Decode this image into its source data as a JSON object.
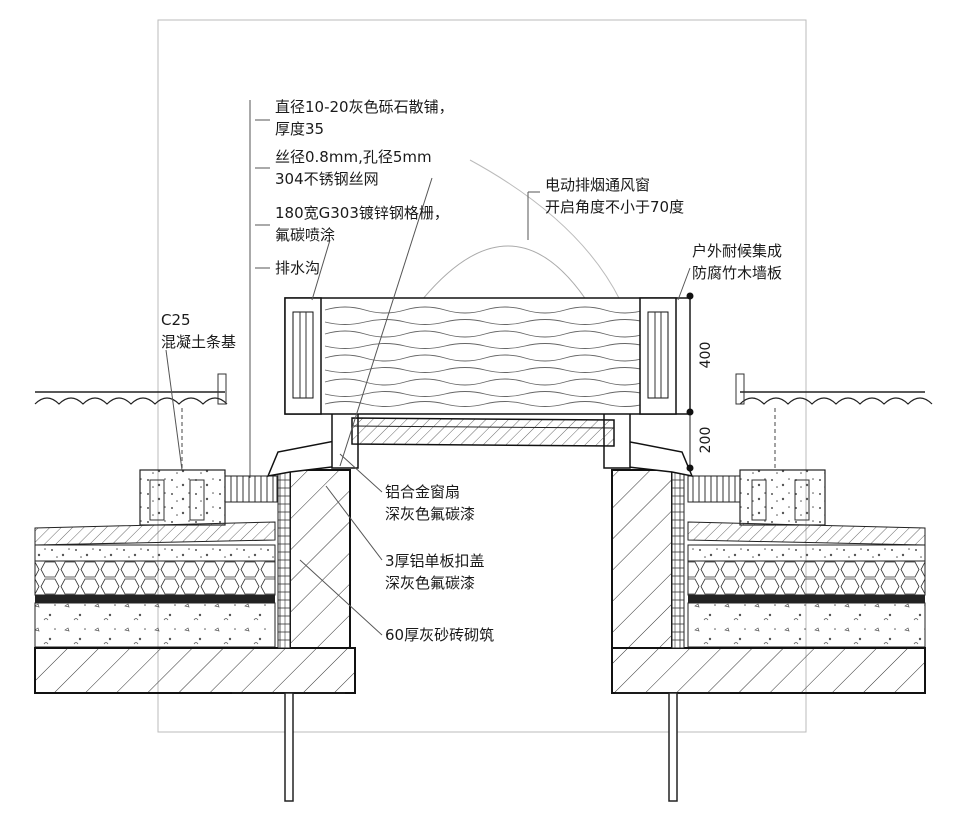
{
  "annotations": {
    "gravel": [
      "直径10-20灰色砾石散铺，",
      "厚度35"
    ],
    "mesh": [
      "丝径0.8mm,孔径5mm",
      "304不锈钢丝网"
    ],
    "grating": [
      "180宽G303镀锌钢格栅，",
      "氟碳喷涂"
    ],
    "drain": [
      "排水沟"
    ],
    "concrete": [
      "C25",
      "混凝土条基"
    ],
    "smoke_window": [
      "电动排烟通风窗",
      "开启角度不小于70度"
    ],
    "bamboo_panel": [
      "户外耐候集成",
      "防腐竹木墙板"
    ],
    "sash": [
      "铝合金窗扇",
      "深灰色氟碳漆"
    ],
    "cover": [
      "3厚铝单板扣盖",
      "深灰色氟碳漆"
    ],
    "brick": [
      "60厚灰砂砖砌筑"
    ]
  },
  "dimensions": {
    "upper": "400",
    "lower": "200"
  }
}
